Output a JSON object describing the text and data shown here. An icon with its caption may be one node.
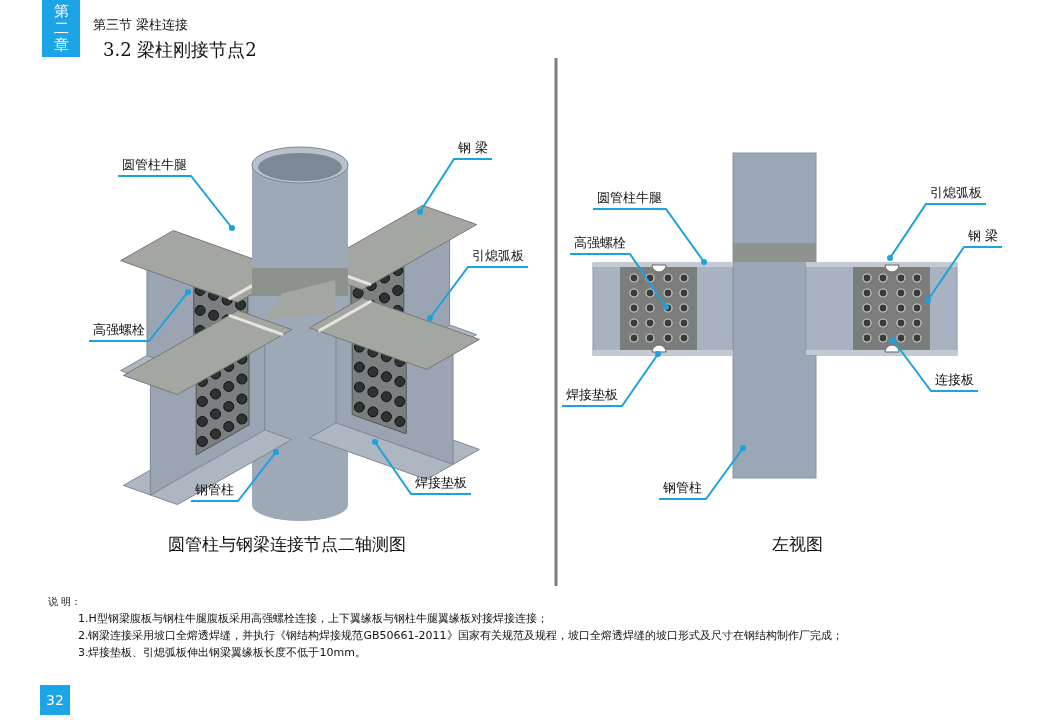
{
  "diagram": {
    "title": "3.2 梁柱刚接节点2",
    "nodes": [
      {
        "text": [
          "圆管柱牛腿"
        ]
      },
      {
        "text": [
          "钢 梁"
        ]
      },
      {
        "text": [
          "引熄弧板"
        ]
      },
      {
        "text": [
          "高强螺栓"
        ]
      },
      {
        "text": [
          "钢管柱"
        ]
      },
      {
        "text": [
          "焊接垫板"
        ]
      },
      {
        "text": [
          "圆管柱牛腿"
        ]
      },
      {
        "text": [
          "高强螺栓"
        ]
      },
      {
        "text": [
          "焊接垫板"
        ]
      },
      {
        "text": [
          "钢管柱"
        ]
      },
      {
        "text": [
          "引熄弧板"
        ]
      },
      {
        "text": [
          "钢 梁"
        ]
      },
      {
        "text": [
          "连接板"
        ]
      }
    ],
    "edges": [
      {
        "from": 0,
        "to": null,
        "arrow": "other"
      },
      {
        "from": 1,
        "to": null,
        "arrow": "other"
      },
      {
        "from": 2,
        "to": null,
        "arrow": "other"
      },
      {
        "from": 3,
        "to": null,
        "arrow": "other"
      },
      {
        "from": 4,
        "to": null,
        "arrow": "other"
      },
      {
        "from": 5,
        "to": null,
        "arrow": "other"
      },
      {
        "from": 6,
        "to": null,
        "arrow": "other"
      },
      {
        "from": 7,
        "to": null,
        "arrow": "other"
      },
      {
        "from": 8,
        "to": null,
        "arrow": "other"
      },
      {
        "from": 9,
        "to": null,
        "arrow": "other"
      },
      {
        "from": 10,
        "to": null,
        "arrow": "other"
      },
      {
        "from": 11,
        "to": null,
        "arrow": "other"
      },
      {
        "from": 12,
        "to": null,
        "arrow": "other"
      }
    ],
    "labels": [
      "第二章",
      "第三节 梁柱连接",
      "圆管柱与钢梁连接节点二轴测图",
      "左视图",
      "说  明：",
      "1.H型钢梁腹板与钢柱牛腿腹板采用高强螺栓连接，上下翼缘板与钢柱牛腿翼缘板对接焊接连接；",
      "2.钢梁连接采用坡口全熔透焊缝，并执行《钢结构焊接规范GB50661-2011》国家有关规范及规程，坡口全熔透焊缝的坡口形式及尺寸在钢结构制作厂完成；",
      "3.焊接垫板、引熄弧板伸出钢梁翼缘板长度不低于10mm。",
      "32"
    ]
  }
}
